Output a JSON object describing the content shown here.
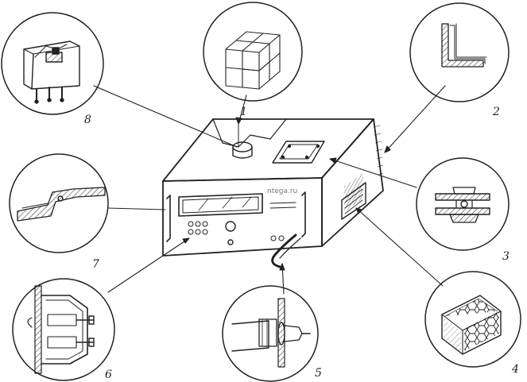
{
  "watermark": "ntega.ru",
  "callouts": [
    {
      "id": "1",
      "label": "1"
    },
    {
      "id": "2",
      "label": "2"
    },
    {
      "id": "3",
      "label": "3"
    },
    {
      "id": "4",
      "label": "4"
    },
    {
      "id": "5",
      "label": "5"
    },
    {
      "id": "6",
      "label": "6"
    },
    {
      "id": "7",
      "label": "7"
    },
    {
      "id": "8",
      "label": "8"
    }
  ]
}
